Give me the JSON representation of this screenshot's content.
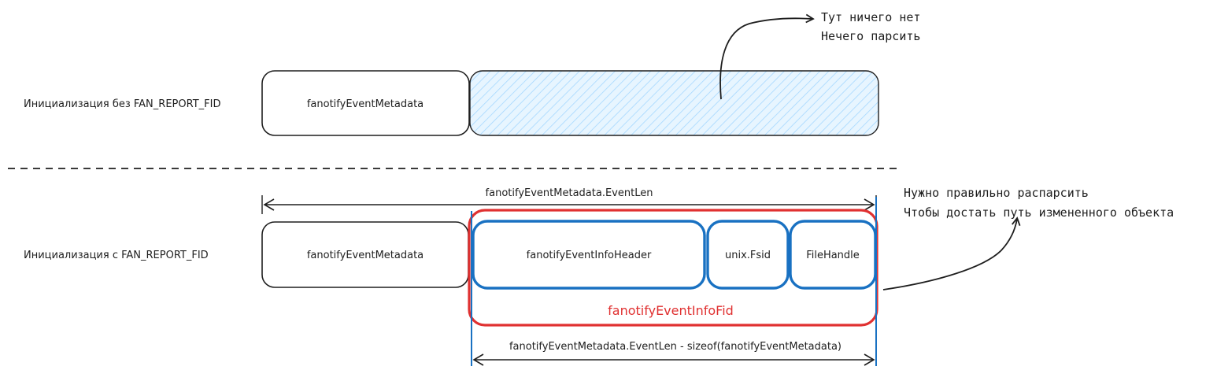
{
  "colors": {
    "ink": "#1e1e1e",
    "red": "#e03131",
    "blue": "#1971c2",
    "hatch": "#a5d8ff",
    "hatch_bg": "#e7f5ff"
  },
  "top": {
    "row_label": "Инициализация без FAN_REPORT_FID",
    "metadata_box": "fanotifyEventMetadata",
    "note_line1": "Тут ничего нет",
    "note_line2": "Нечего парсить"
  },
  "bottom": {
    "row_label": "Инициализация с FAN_REPORT_FID",
    "event_len_label": "fanotifyEventMetadata.EventLen",
    "metadata_box": "fanotifyEventMetadata",
    "info_header_box": "fanotifyEventInfoHeader",
    "fsid_box": "unix.Fsid",
    "file_handle_box": "FileHandle",
    "info_fid_label": "fanotifyEventInfoFid",
    "remaining_len_label": "fanotifyEventMetadata.EventLen - sizeof(fanotifyEventMetadata)",
    "note_line1": "Нужно правильно распарсить",
    "note_line2": "Чтобы достать путь измененного объекта"
  }
}
